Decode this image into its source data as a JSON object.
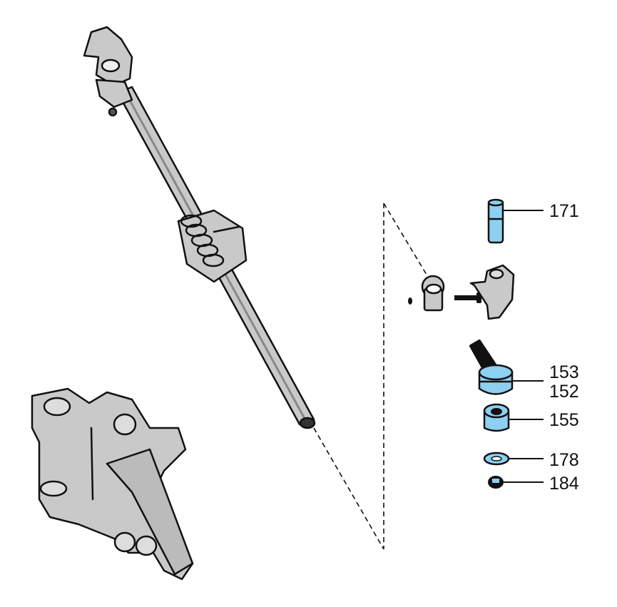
{
  "diagram": {
    "colors": {
      "part_blue": "#8dd0f2",
      "part_gray": "#c9c9c9",
      "outline": "#111111"
    },
    "callouts": [
      {
        "id": "171",
        "label": "171"
      },
      {
        "id": "153",
        "label": "153"
      },
      {
        "id": "152",
        "label": "152"
      },
      {
        "id": "155",
        "label": "155"
      },
      {
        "id": "178",
        "label": "178"
      },
      {
        "id": "184",
        "label": "184"
      }
    ]
  }
}
